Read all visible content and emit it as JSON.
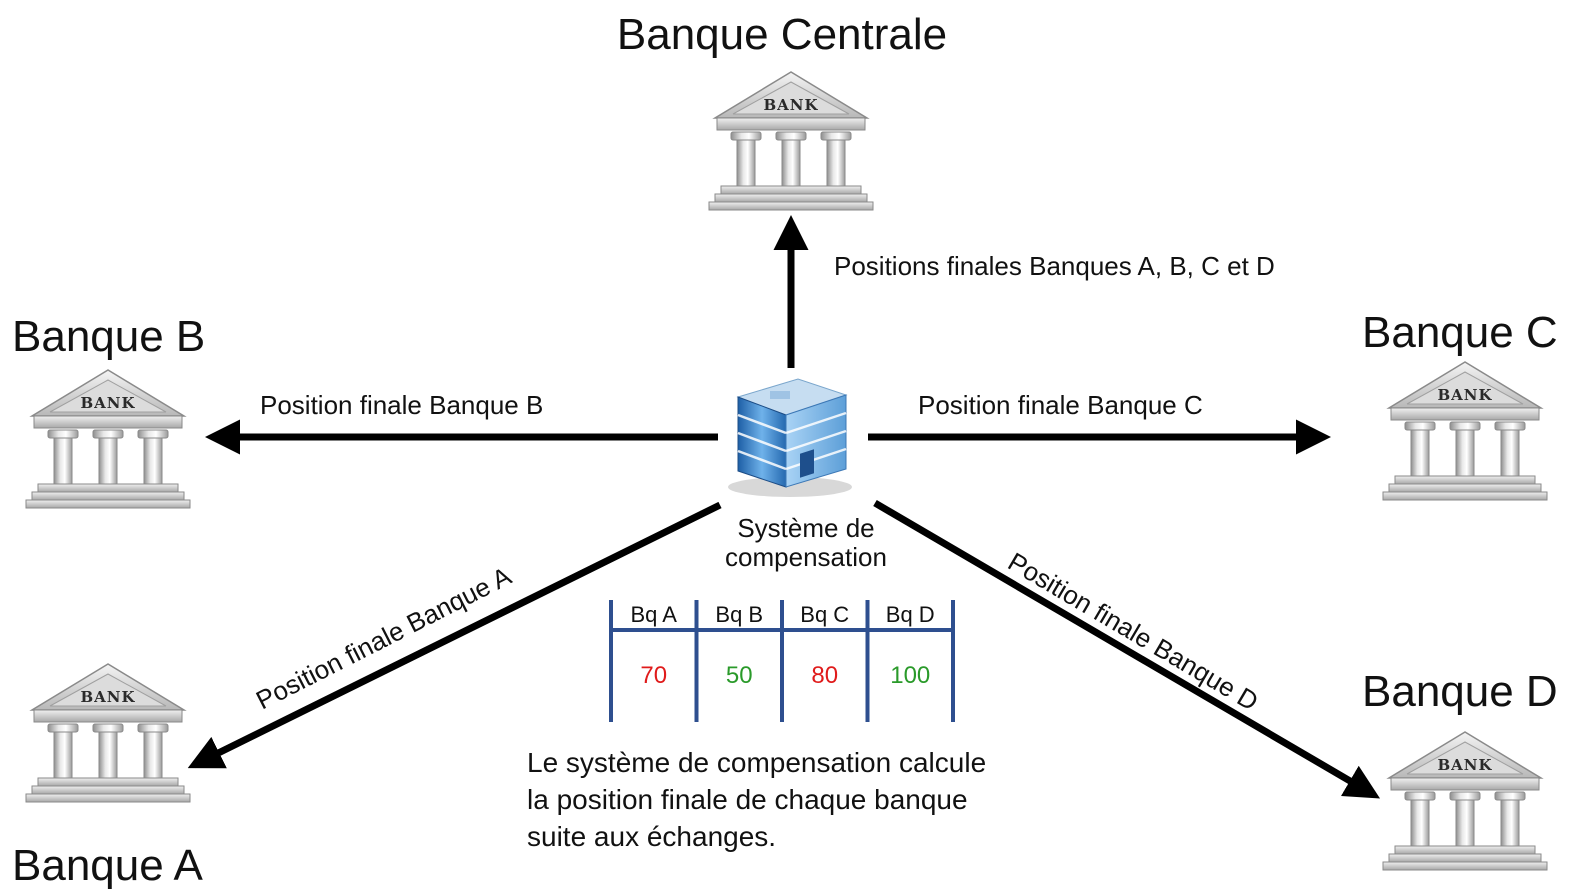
{
  "banks": {
    "central": {
      "title": "Banque Centrale",
      "icon": "bank-icon",
      "icon_text": "BANK"
    },
    "b": {
      "title": "Banque B",
      "icon": "bank-icon",
      "icon_text": "BANK"
    },
    "c": {
      "title": "Banque C",
      "icon": "bank-icon",
      "icon_text": "BANK"
    },
    "a": {
      "title": "Banque A",
      "icon": "bank-icon",
      "icon_text": "BANK"
    },
    "d": {
      "title": "Banque D",
      "icon": "bank-icon",
      "icon_text": "BANK"
    }
  },
  "edges": {
    "to_central": "Positions finales Banques A, B, C et D",
    "to_b": "Position finale Banque B",
    "to_c": "Position finale Banque C",
    "to_a": "Position finale Banque A",
    "to_d": "Position finale Banque D"
  },
  "center": {
    "label_line1": "Système de",
    "label_line2": "compensation",
    "icon": "office-building-icon"
  },
  "table": {
    "headers": [
      "Bq A",
      "Bq B",
      "Bq C",
      "Bq D"
    ],
    "values": [
      "70",
      "50",
      "80",
      "100"
    ],
    "value_colors": [
      "#e01b1b",
      "#2a9a2a",
      "#e01b1b",
      "#2a9a2a"
    ],
    "line_color": "#2e4f8f"
  },
  "caption": {
    "line1": "Le système de compensation calcule",
    "line2": "la position finale de chaque banque",
    "line3": "suite aux échanges."
  }
}
